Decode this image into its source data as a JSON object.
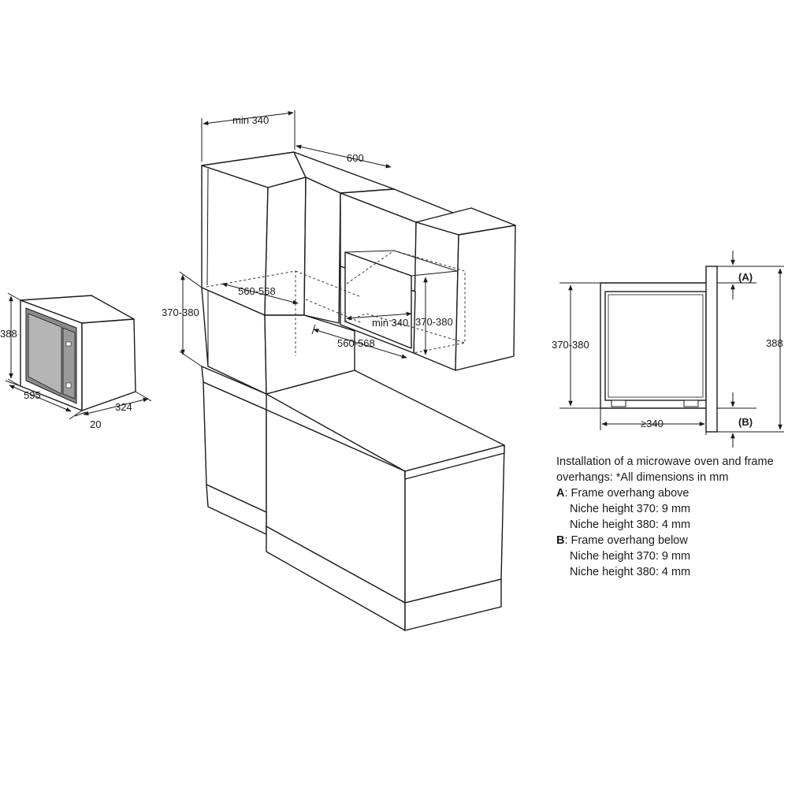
{
  "appliance": {
    "height": "388",
    "width": "595",
    "depth": "324",
    "frame": "20"
  },
  "cabinet": {
    "depth_top": "min 340",
    "width_top": "600",
    "niche_height_left": "370-380",
    "niche_width_top": "560-568",
    "niche_depth": "min 340",
    "niche_height_right": "370-380",
    "niche_width_bottom": "560-568"
  },
  "side_view": {
    "niche_height": "370-380",
    "depth": "≥340",
    "total_height": "388",
    "marker_a": "(A)",
    "marker_b": "(B)"
  },
  "notes": {
    "line1": "Installation of a microwave oven and frame",
    "line2": "overhangs: *All dimensions in mm",
    "a_key": "A",
    "a_text": ": Frame overhang above",
    "a_item1": "Niche height 370: 9 mm",
    "a_item2": "Niche height 380: 4 mm",
    "b_key": "B",
    "b_text": ": Frame overhang below",
    "b_item1": "Niche height 370: 9 mm",
    "b_item2": "Niche height 380: 4 mm"
  }
}
